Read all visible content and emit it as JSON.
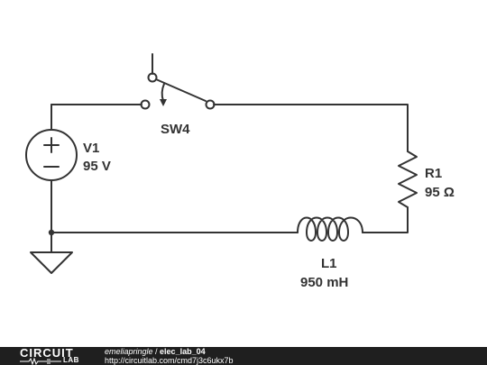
{
  "components": {
    "switch": {
      "name": "SW4"
    },
    "voltage_source": {
      "name": "V1",
      "value": "95 V"
    },
    "resistor": {
      "name": "R1",
      "value": "95 Ω"
    },
    "inductor": {
      "name": "L1",
      "value": "950 mH"
    }
  },
  "footer": {
    "logo_top": "CIRCUIT",
    "logo_bottom": "LAB",
    "author": "emeliapringle",
    "separator": " / ",
    "project": "elec_lab_04",
    "url": "http://circuitlab.com/cmd7j3c6ukx7b"
  },
  "colors": {
    "wire": "#333333",
    "footer_bg": "#1f1f1f",
    "footer_text": "#ffffff"
  },
  "icons": [
    "ground-icon",
    "switch-icon",
    "voltage-source-icon",
    "resistor-icon",
    "inductor-icon"
  ]
}
